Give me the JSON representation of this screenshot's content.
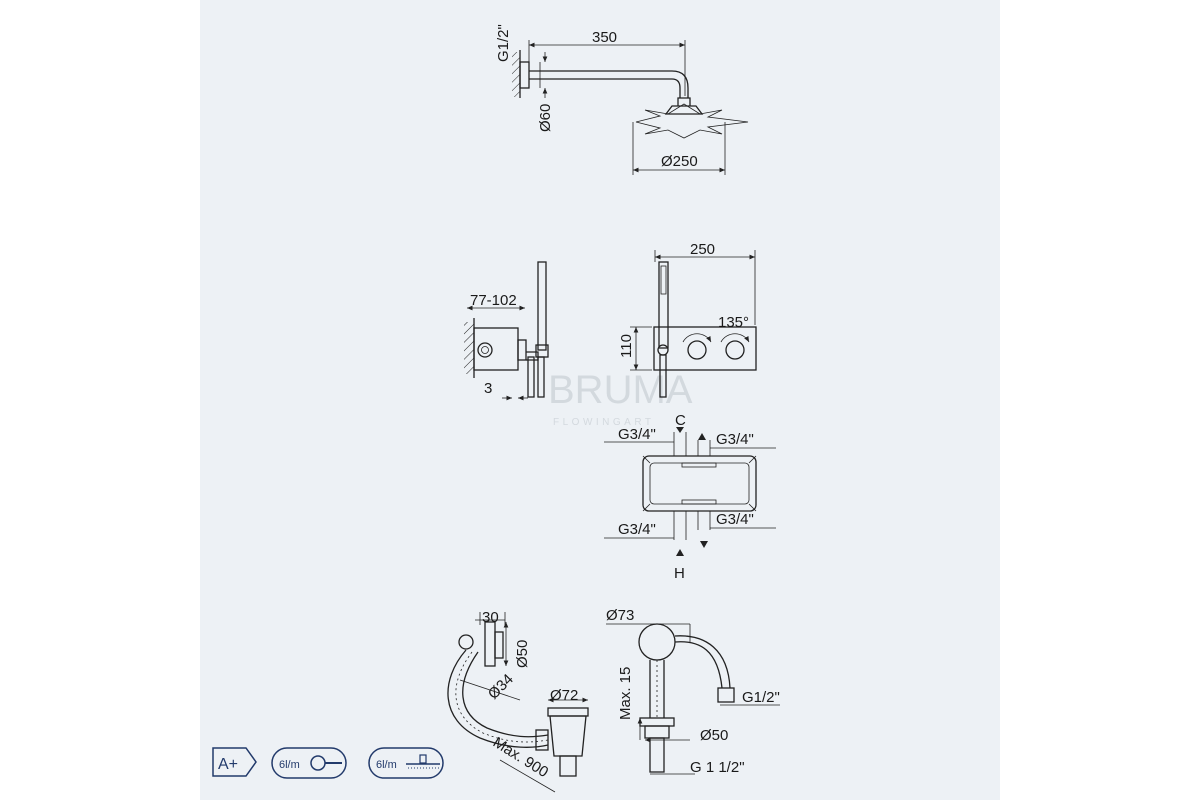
{
  "watermark": {
    "brand": "BRUMA",
    "tagline": "FLOWINGART"
  },
  "shower_arm": {
    "length": "350",
    "thread": "G1/2\"",
    "flange": "Ø60",
    "head_diameter": "Ø250"
  },
  "hand_shower_side": {
    "depth": "77-102",
    "offset": "3"
  },
  "hand_shower_front": {
    "width": "250",
    "height": "110",
    "angle": "135°"
  },
  "plan_view": {
    "cold": "C",
    "hot": "H",
    "conn_top_left": "G3/4\"",
    "conn_top_right": "G3/4\"",
    "conn_bottom_left": "G3/4\"",
    "conn_bottom_right": "G3/4\""
  },
  "drain_side": {
    "width": "30",
    "plate": "Ø50",
    "hose": "Ø34",
    "waste": "Ø72",
    "length": "Max. 900"
  },
  "drain_front": {
    "body": "Ø73",
    "stroke": "Max. 15",
    "inlet": "G1/2\"",
    "plug": "Ø50",
    "outlet": "G 1 1/2\""
  },
  "badges": {
    "energy": "A+",
    "hand_flow": "6l/m",
    "head_flow": "6l/m"
  },
  "colors": {
    "panel": "#edf1f5",
    "line": "#222222",
    "badge": "#223a6b"
  }
}
